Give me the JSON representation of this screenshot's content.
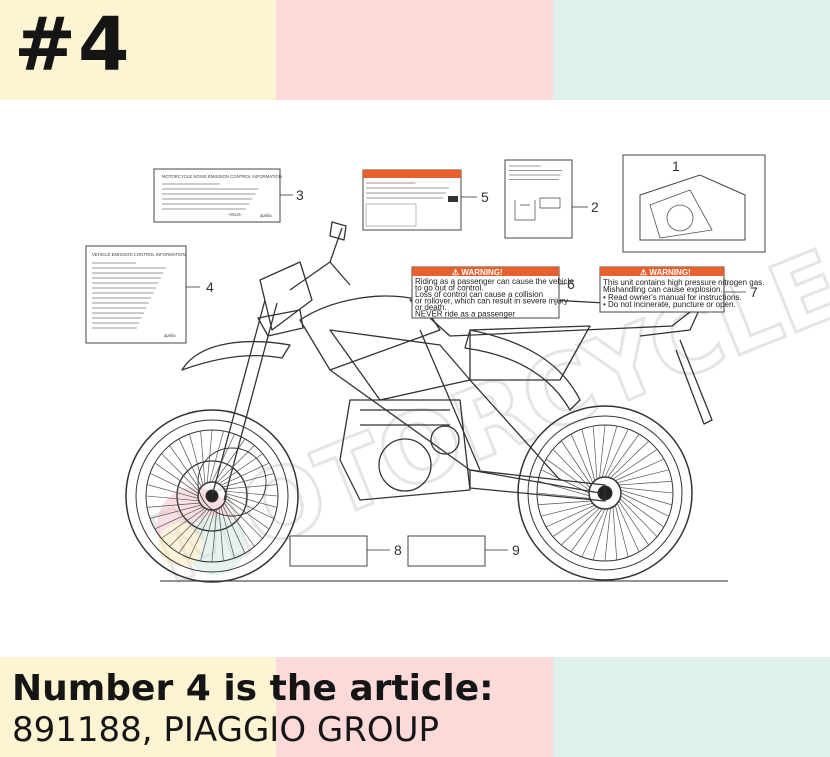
{
  "header": {
    "title": "#4"
  },
  "callouts": [
    "1",
    "2",
    "3",
    "4",
    "5",
    "6",
    "7",
    "8",
    "9"
  ],
  "warning_label_6": {
    "title": "⚠ WARNING!",
    "lines": [
      "Riding as a passenger can cause the vehicle",
      "to go out of control.",
      "Loss of control can cause a collision",
      "or rollover, which can result in severe injury",
      "or death.",
      "NEVER ride as a passenger"
    ]
  },
  "warning_label_7": {
    "title": "⚠ WARNING!",
    "lines": [
      "This unit contains high pressure nitrogen gas.",
      "Mishandling can cause explosion.",
      "• Read owner's manual for instructions.",
      "• Do not incinerate, puncture or open."
    ]
  },
  "label_3": {
    "heading": "MOTORCYCLE NOISE EMISSION CONTROL INFORMATION",
    "footer": "-V5US-",
    "brand": "aprilia"
  },
  "label_4": {
    "heading": "VEHICLE EMISSION CONTROL INFORMATION",
    "brand": "aprilia"
  },
  "watermark": {
    "text": "MOTORCYCLE"
  },
  "footer": {
    "line1": "Number 4 is the article:",
    "line2": "891188, PIAGGIO GROUP"
  },
  "colors": {
    "band_yellow": "#fdf4d3",
    "band_pink": "#fcdada",
    "band_green": "#def1ec",
    "warning_orange": "#e8612c"
  }
}
